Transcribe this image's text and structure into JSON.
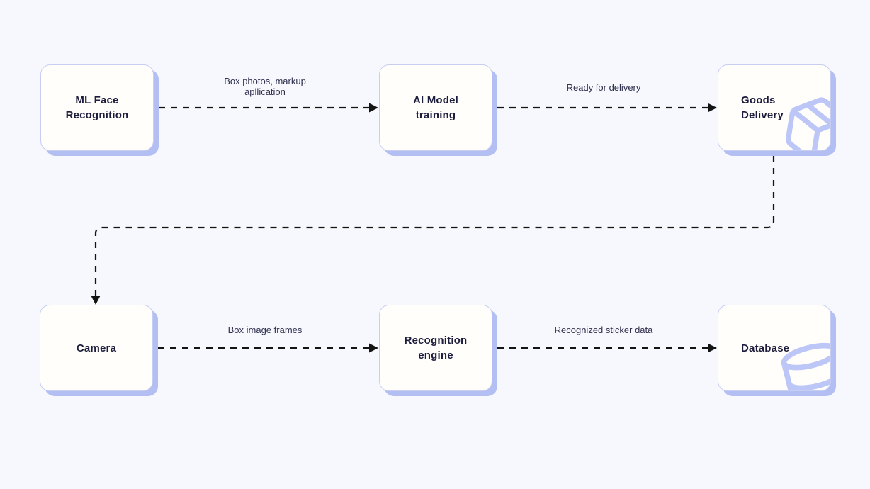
{
  "diagram": {
    "background": "#f6f8fd",
    "node_fill": "#fffefa",
    "node_border": "#c8cdf2",
    "node_shadow": "#b3bef2",
    "title_color": "#1c1c3c",
    "label_color": "#30304f",
    "edge_color": "#141414",
    "icon_color": "#bdc7f7"
  },
  "nodes": [
    {
      "id": "ml-face-recognition",
      "title": "ML Face\nRecognition"
    },
    {
      "id": "ai-model-training",
      "title": "AI Model\ntraining"
    },
    {
      "id": "goods-delivery",
      "title": "Goods\nDelivery",
      "icon": "package-icon"
    },
    {
      "id": "camera",
      "title": "Camera"
    },
    {
      "id": "recognition-engine",
      "title": "Recognition\nengine"
    },
    {
      "id": "database",
      "title": "Database",
      "icon": "database-icon"
    }
  ],
  "edges": [
    {
      "from": "ml-face-recognition",
      "to": "ai-model-training",
      "label": "Box photos, markup\napllication"
    },
    {
      "from": "ai-model-training",
      "to": "goods-delivery",
      "label": "Ready for delivery"
    },
    {
      "from": "goods-delivery",
      "to": "camera",
      "label": ""
    },
    {
      "from": "camera",
      "to": "recognition-engine",
      "label": "Box image frames"
    },
    {
      "from": "recognition-engine",
      "to": "database",
      "label": "Recognized sticker data"
    }
  ]
}
